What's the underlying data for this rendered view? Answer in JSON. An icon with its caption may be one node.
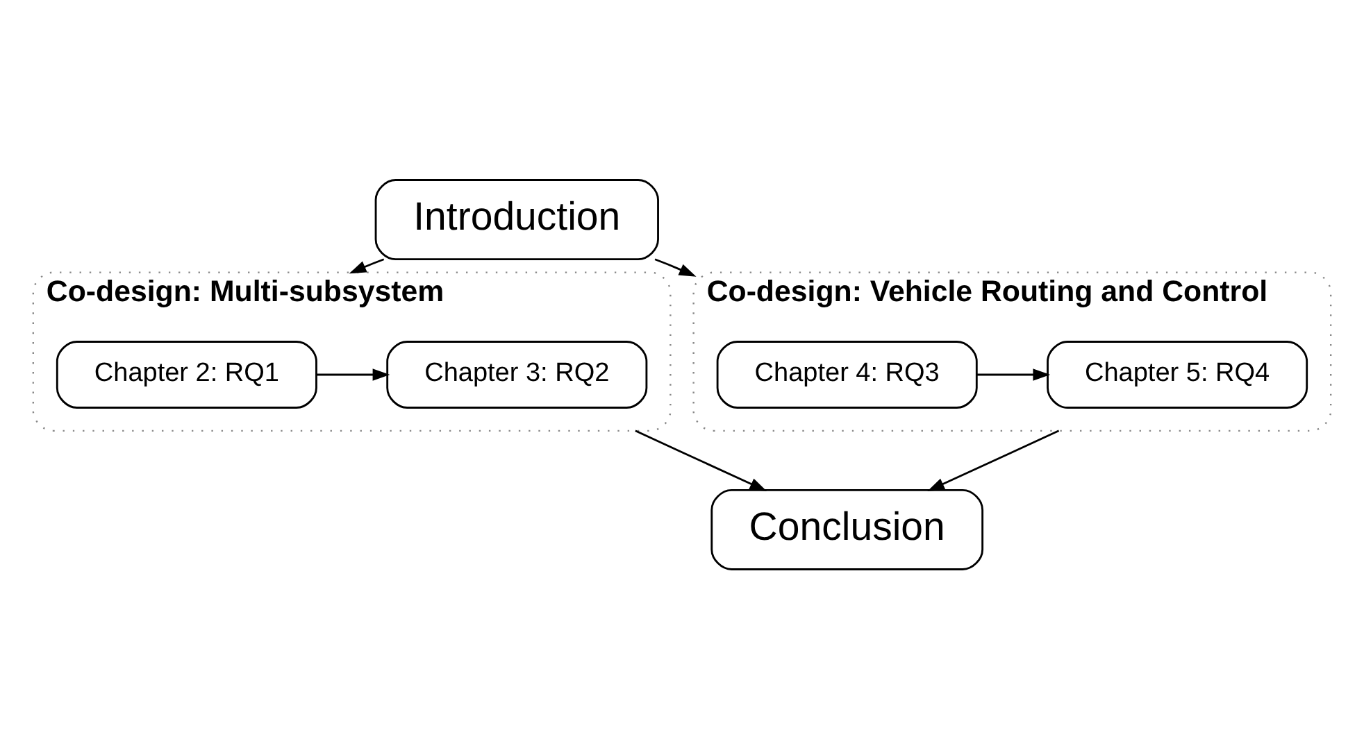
{
  "diagram": {
    "nodes": [
      {
        "text": [
          "Introduction"
        ]
      },
      {
        "text": [
          "Co-design: Multi-subsystem"
        ]
      },
      {
        "text": [
          "Chapter 2: RQ1"
        ],
        "in": 1
      },
      {
        "text": [
          "Chapter 3: RQ2"
        ],
        "in": 1
      },
      {
        "text": [
          "Co-design: Vehicle Routing and Control"
        ]
      },
      {
        "text": [
          "Chapter 4: RQ3"
        ],
        "in": 4
      },
      {
        "text": [
          "Chapter 5: RQ4"
        ],
        "in": 4
      },
      {
        "text": [
          "Conclusion"
        ]
      }
    ],
    "edges": [
      {
        "from": 0,
        "to": 1,
        "arrow": "to"
      },
      {
        "from": 0,
        "to": 4,
        "arrow": "to"
      },
      {
        "from": 2,
        "to": 3,
        "arrow": "to"
      },
      {
        "from": 5,
        "to": 6,
        "arrow": "to"
      },
      {
        "from": 1,
        "to": 7,
        "arrow": "to"
      },
      {
        "from": 4,
        "to": 7,
        "arrow": "to"
      }
    ]
  }
}
